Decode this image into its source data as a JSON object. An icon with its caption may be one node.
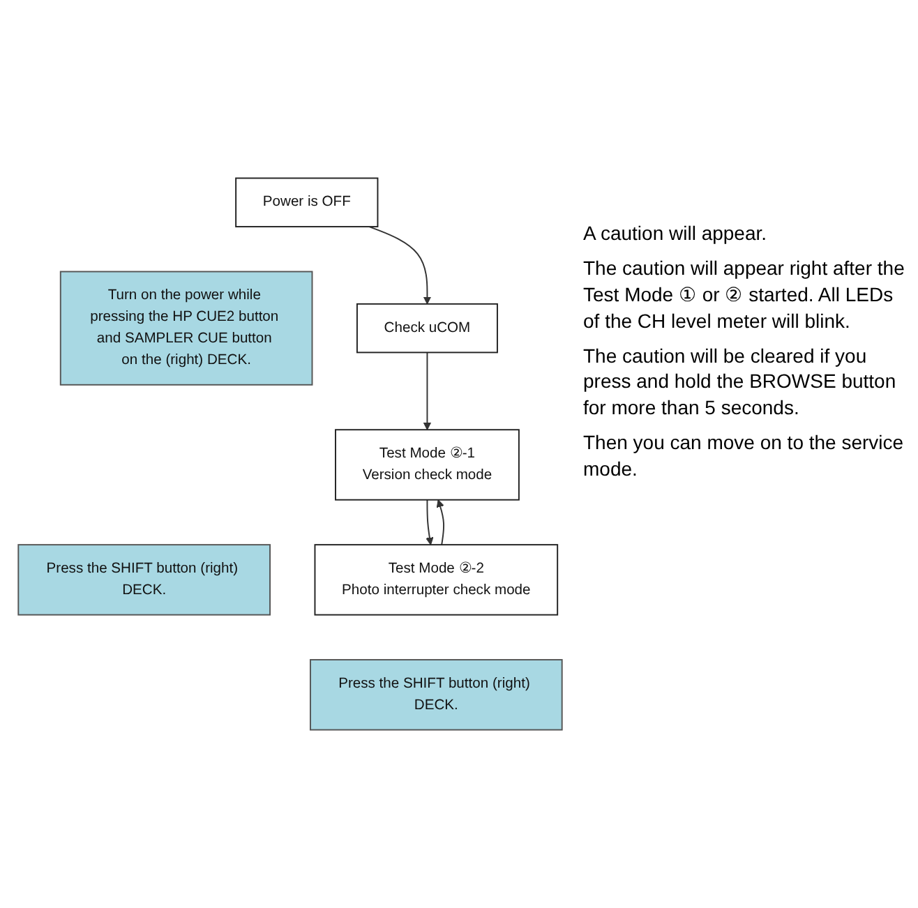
{
  "diagram": {
    "nodes": [
      {
        "text": [
          "Power is OFF"
        ]
      },
      {
        "text": [
          "Turn on the power while pressing the HP CUE2 button and SAMPLER CUE button on the (right) DECK."
        ]
      },
      {
        "text": [
          "Check uCOM"
        ]
      },
      {
        "text": [
          "Test Mode ②-1",
          "Version check mode"
        ]
      },
      {
        "text": [
          "Press the SHIFT button (right) DECK."
        ]
      },
      {
        "text": [
          "Test Mode ②-2",
          "Photo interrupter check mode"
        ]
      },
      {
        "text": [
          "Press the SHIFT button (right) DECK."
        ]
      }
    ],
    "edges": [
      {
        "from": 0,
        "to": 2,
        "arrow": "to"
      },
      {
        "from": 2,
        "to": 3,
        "arrow": "to"
      },
      {
        "from": 3,
        "to": 5,
        "arrow": "to"
      },
      {
        "from": 5,
        "to": 3,
        "arrow": "to"
      }
    ],
    "labels": [
      "A caution will appear.",
      "The caution will appear right after the Test Mode ① or ② started. All LEDs of the CH level meter will blink.",
      "The caution will be cleared if you press and hold the BROWSE button for more than 5 seconds.",
      "Then you can move on to the service mode."
    ]
  }
}
